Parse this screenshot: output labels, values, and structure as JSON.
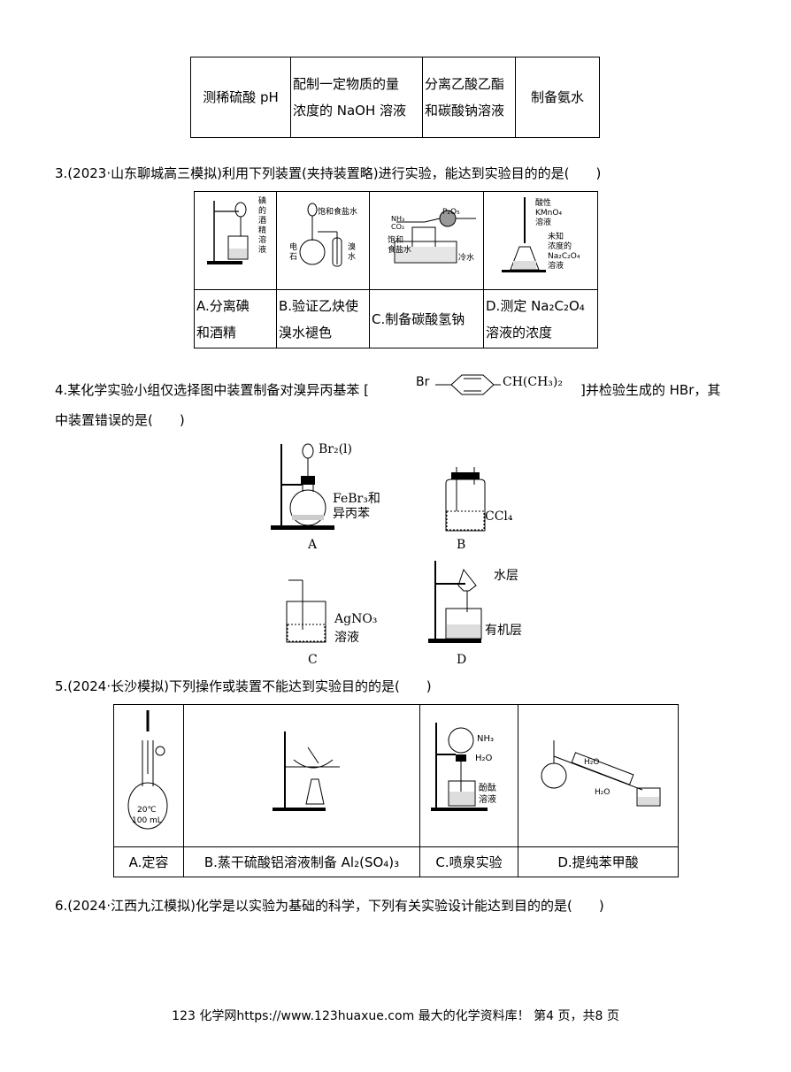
{
  "table1": {
    "cells": [
      "测稀硫酸 pH",
      "配制一定物质的量",
      "浓度的 NaOH 溶液",
      "分离乙酸乙酯",
      "和碳酸钠溶液",
      "制备氨水"
    ]
  },
  "q3": {
    "text": "3.(2023·山东聊城高三模拟)利用下列装置(夹持装置略)进行实验，能达到实验目的的是(　　)",
    "fig_labels": {
      "a1": "碘",
      "a2": "的",
      "a3": "酒",
      "a4": "精",
      "a5": "溶",
      "a6": "液",
      "b1": "饱和食盐水",
      "b2": "电",
      "b3": "石",
      "b4": "溴",
      "b5": "水",
      "c1": "P₂O₅",
      "c2": "NH₃",
      "c3": "CO₂",
      "c4": "饱和",
      "c5": "食盐水",
      "c6": "冷水",
      "d1": "酸性",
      "d2": "KMnO₄",
      "d3": "溶液",
      "d4": "未知",
      "d5": "浓度的",
      "d6": "Na₂C₂O₄",
      "d7": "溶液"
    },
    "options": {
      "a_l1": "A.分离碘",
      "a_l2": "和酒精",
      "b_l1": "B.验证乙炔使",
      "b_l2": "溴水褪色",
      "c": "C.制备碳酸氢钠",
      "d_l1": "D.测定 Na₂C₂O₄",
      "d_l2": "溶液的浓度"
    }
  },
  "q4": {
    "text_a": "4.某化学实验小组仅选择图中装置制备对溴异丙基苯 [",
    "formula_br": "Br",
    "formula_r": "CH(CH₃)₂",
    "text_b": "]并检验生成的 HBr，其",
    "text_c": "中装置错误的是(　　)",
    "labels": {
      "br2": "Br₂(l)",
      "febr3": "FeBr₃和",
      "ipb": "异丙苯",
      "A": "A",
      "ccl4": "CCl₄",
      "B": "B",
      "agno3": "AgNO₃",
      "sol": "溶液",
      "C": "C",
      "water": "水层",
      "org": "有机层",
      "D": "D"
    }
  },
  "q5": {
    "text": "5.(2024·长沙模拟)下列操作或装置不能达到实验目的的是(　　)",
    "fig_labels": {
      "temp": "20℃",
      "vol": "100 mL",
      "nh3": "NH₃",
      "h2o": "H₂O",
      "phen1": "酚酞",
      "phen2": "溶液",
      "h2o_in": "H₂O",
      "h2o_out": "H₂O"
    },
    "options": {
      "a": "A.定容",
      "b": "B.蒸干硫酸铝溶液制备 Al₂(SO₄)₃",
      "c": "C.喷泉实验",
      "d": "D.提纯苯甲酸"
    }
  },
  "q6": {
    "text": "6.(2024·江西九江模拟)化学是以实验为基础的科学，下列有关实验设计能达到目的的是(　　)"
  },
  "footer": {
    "text": "123 化学网https://www.123huaxue.com 最大的化学资料库！  第4 页，共8 页"
  }
}
